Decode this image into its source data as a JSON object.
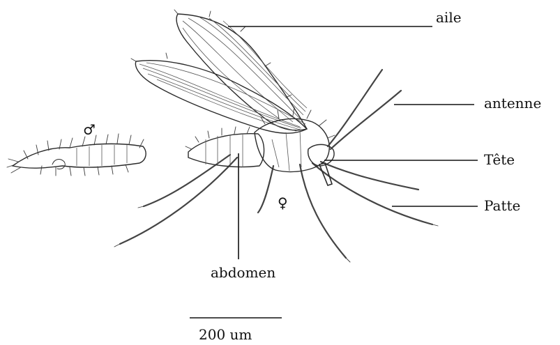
{
  "labels": {
    "wing": "aile",
    "antenna": "antenne",
    "head": "Tête",
    "leg": "Patte",
    "abdomen": "abdomen"
  },
  "symbols": {
    "male": "♂",
    "female": "♀"
  },
  "scale_bar": {
    "text": "200 um"
  },
  "colors": {
    "ink": "#2a2a2a",
    "background": "#ffffff"
  }
}
